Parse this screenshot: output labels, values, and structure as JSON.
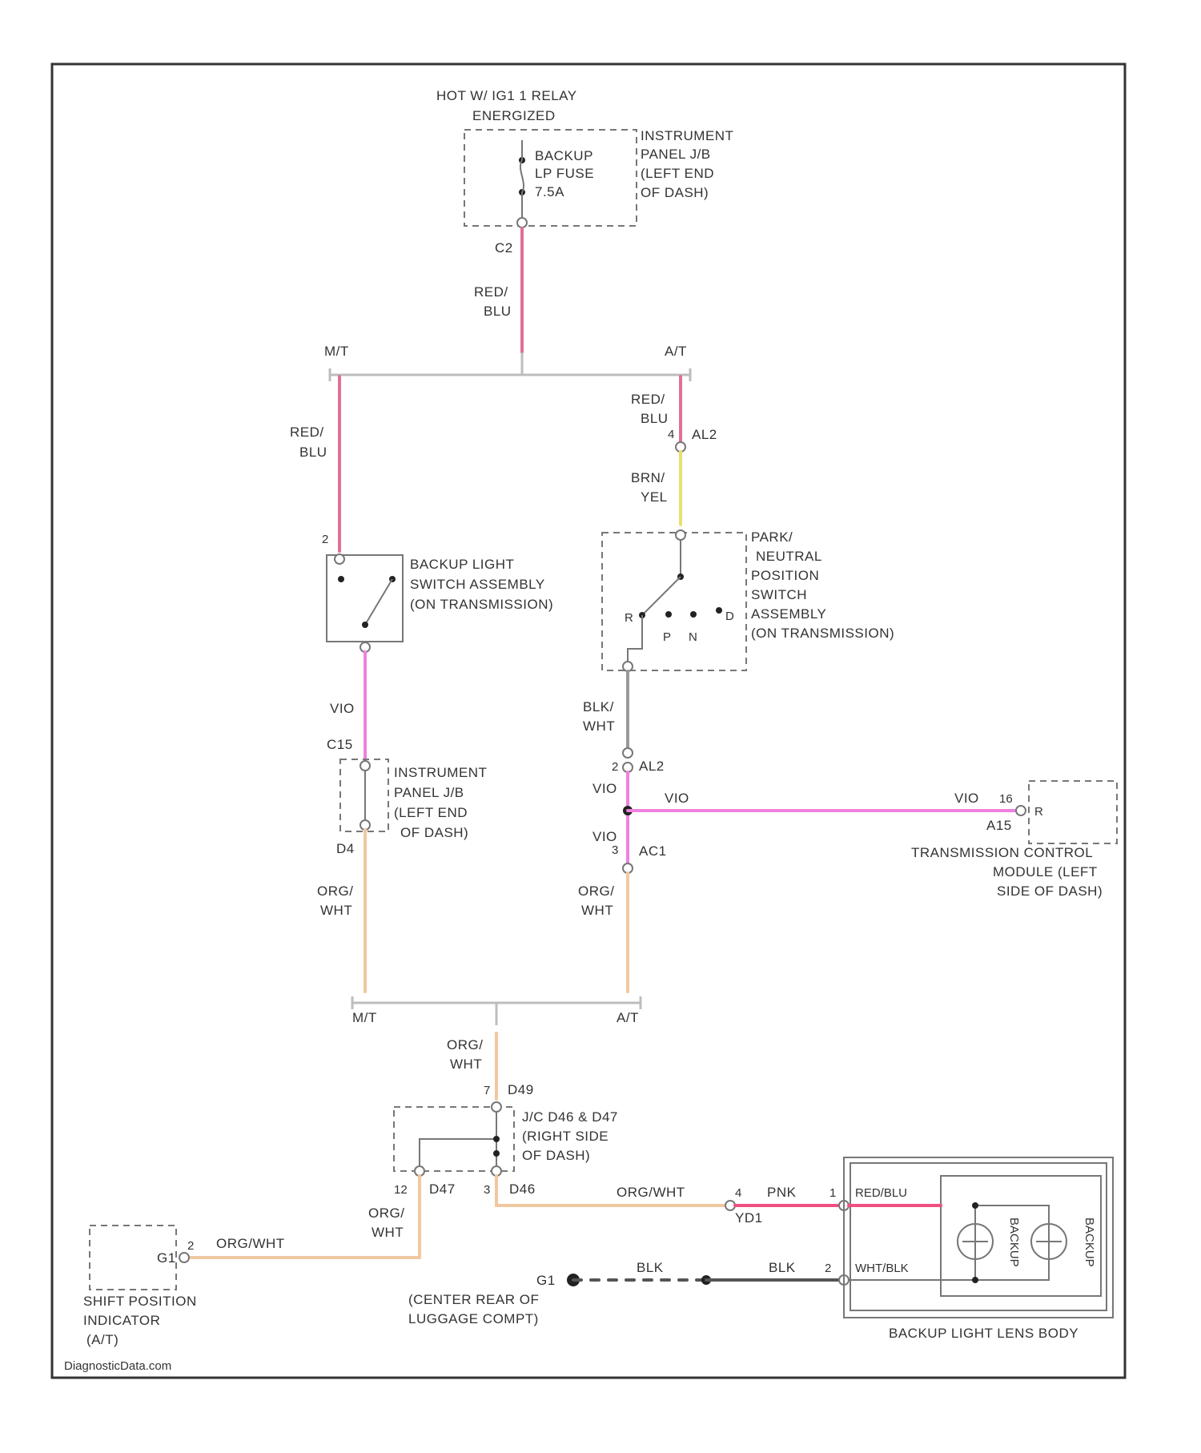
{
  "colors": {
    "red_blu": "#e0709a",
    "brn_yel": "#e8e070",
    "vio": "#f080e0",
    "blk_wht": "#999999",
    "org_wht": "#f0c8a0",
    "pnk": "#f05080",
    "blk": "#555555",
    "bus": "#bdbdbd"
  },
  "power": {
    "line1": "HOT W/ IG1 1 RELAY",
    "line2": "ENERGIZED",
    "fuse_line1": "BACKUP",
    "fuse_line2": "LP FUSE",
    "fuse_line3": "7.5A",
    "ipjb_line1": "INSTRUMENT",
    "ipjb_line2": "PANEL J/B",
    "ipjb_line3": "(LEFT END",
    "ipjb_line4": "OF DASH)",
    "connector": "C2"
  },
  "wires": {
    "red_l1": "RED/",
    "red_l2": "BLU",
    "brn_l1": "BRN/",
    "brn_l2": "YEL",
    "vio": "VIO",
    "blk_l1": "BLK/",
    "blk_l2": "WHT",
    "org_l1": "ORG/",
    "org_l2": "WHT",
    "org_wht_inline": "ORG/WHT",
    "pnk": "PNK",
    "blk": "BLK",
    "red_blu_inline": "RED/BLU",
    "wht_blk_inline": "WHT/BLK"
  },
  "branches": {
    "mt": "M/T",
    "at": "A/T"
  },
  "connectors": {
    "al2": "AL2",
    "c15": "C15",
    "d4": "D4",
    "ac1": "AC1",
    "d49": "D49",
    "d47": "D47",
    "d46": "D46",
    "yd1": "YD1",
    "a15": "A15",
    "g1": "G1"
  },
  "pins": {
    "p1": "1",
    "p2": "2",
    "p3": "3",
    "p4": "4",
    "p7": "7",
    "p12": "12",
    "p16": "16",
    "r": "R",
    "p": "P",
    "n": "N",
    "d": "D"
  },
  "components": {
    "backup_switch": [
      "BACKUP LIGHT",
      "SWITCH ASSEMBLY",
      "(ON TRANSMISSION)"
    ],
    "pn_switch": [
      "PARK/",
      "NEUTRAL",
      "POSITION",
      "SWITCH",
      "ASSEMBLY",
      "(ON TRANSMISSION)"
    ],
    "ipjb2": [
      "INSTRUMENT",
      "PANEL J/B",
      "(LEFT END",
      "OF DASH)"
    ],
    "tcm": [
      "TRANSMISSION CONTROL",
      "MODULE (LEFT",
      "SIDE OF DASH)"
    ],
    "jc": [
      "J/C D46 & D47",
      "(RIGHT SIDE",
      "OF DASH)"
    ],
    "shift": [
      "SHIFT POSITION",
      "INDICATOR",
      "(A/T)"
    ],
    "ground": [
      "(CENTER REAR OF",
      "LUGGAGE COMPT)"
    ],
    "lamp": "BACKUP LIGHT LENS BODY",
    "lamp_left": "BACKUP",
    "lamp_right": "BACKUP"
  },
  "credit": "DiagnosticData.com"
}
